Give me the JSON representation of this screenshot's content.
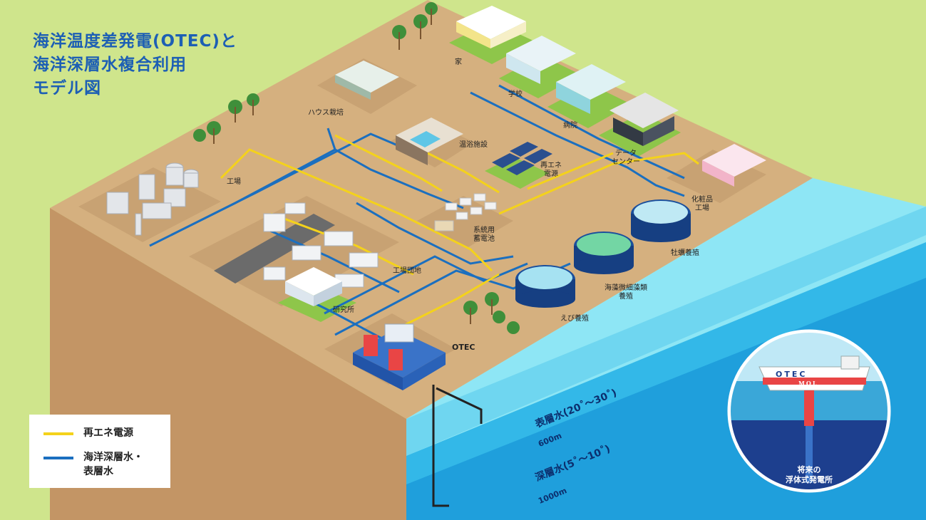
{
  "title": {
    "lines": [
      "海洋温度差発電(OTEC)と",
      "海洋深層水複合利用",
      "モデル図"
    ]
  },
  "colors": {
    "background": "#cfe58c",
    "land": "#d5b07f",
    "land_side": "#bf9060",
    "ocean_surface": "#8ee6f5",
    "ocean_deep": "#1fa0dc",
    "energy_line": "#f4d21b",
    "water_line": "#1b6fbf",
    "title": "#1d5fb4"
  },
  "facilities": {
    "house": "家",
    "school": "学校",
    "hospital": "病院",
    "datacenter_1": "データ",
    "datacenter_2": "センター",
    "greenhouse": "ハウス栽培",
    "bath": "温浴施設",
    "renewable_1": "再エネ",
    "renewable_2": "電源",
    "cosmetics_1": "化粧品",
    "cosmetics_2": "工場",
    "factory": "工場",
    "battery_1": "系統用",
    "battery_2": "蓄電池",
    "oyster": "牡蠣養殖",
    "seaweed_1": "海藻微細藻類",
    "seaweed_2": "養殖",
    "shrimp": "えび養殖",
    "industrial_park": "工場団地",
    "research": "研究所",
    "otec": "OTEC"
  },
  "depth": {
    "surface_water": "表層水(20˚～30˚)",
    "depth_600": "600m",
    "deep_water": "深層水(5˚～10˚)",
    "depth_1000": "1000m"
  },
  "legend": {
    "renewable": "再エネ電源",
    "water_1": "海洋深層水・",
    "water_2": "表層水"
  },
  "inset": {
    "ship_text": "OTEC",
    "ship_sub": "MOL",
    "caption_1": "将来の",
    "caption_2": "浮体式発電所"
  }
}
